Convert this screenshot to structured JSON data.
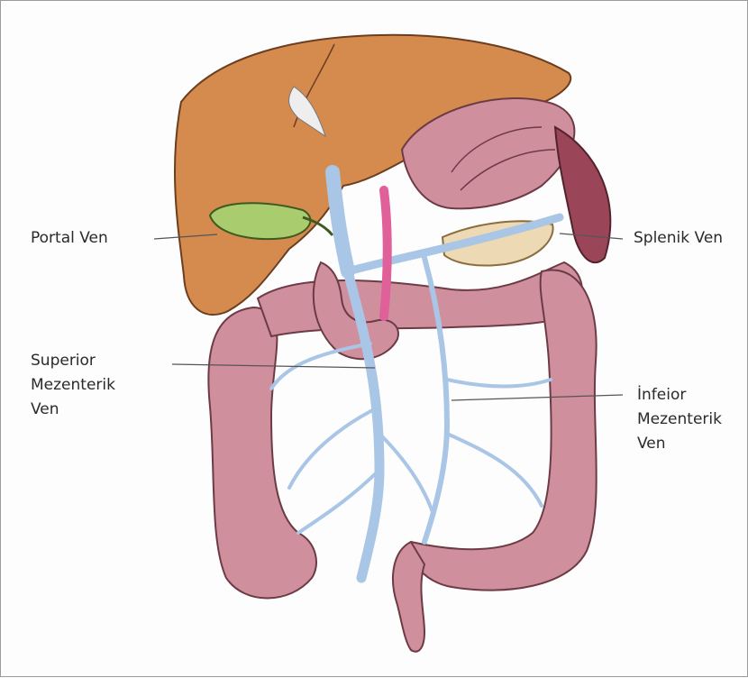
{
  "labels": {
    "portal": "Portal Ven",
    "splenic": "Splenik Ven",
    "superior_line1": "Superior",
    "superior_line2": "Mezenterik",
    "superior_line3": "Ven",
    "inferior_line1": "İnfeior",
    "inferior_line2": "Mezenterik",
    "inferior_line3": "Ven"
  },
  "colors": {
    "liver": "#d58a4e",
    "gallbladder": "#a8cc6e",
    "bowel": "#cf8f9c",
    "pancreas": "#edd9b3",
    "vein": "#a9c6e6",
    "artery": "#e0609a",
    "spleen": "#9a4658"
  }
}
